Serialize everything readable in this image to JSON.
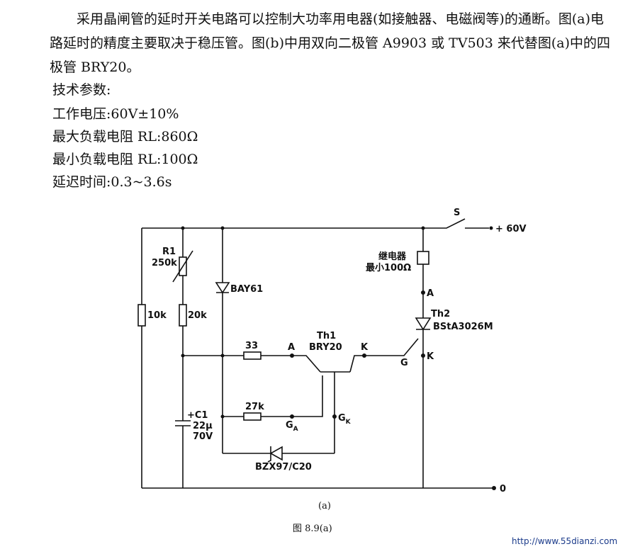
{
  "text": {
    "paragraph": "采用晶闸管的延时开关电路可以控制大功率用电器(如接触器、电磁阀等)的通断。图(a)电路延时的精度主要取决于稳压管。图(b)中用双向二极管 A9903 或 TV503 来代替图(a)中的四极管 BRY20。",
    "specs_title": "技术参数:",
    "spec1": "工作电压:60V±10%",
    "spec2": "最大负载电阻 RL:860Ω",
    "spec3": "最小负载电阻 RL:100Ω",
    "spec4": "延迟时间:0.3~3.6s"
  },
  "circuit": {
    "switch": "S",
    "supply": "+ 60V",
    "relay_name": "继电器",
    "relay_value": "最小100Ω",
    "r1_name": "R1",
    "r1_value": "250k",
    "r_10k": "10k",
    "r_20k": "20k",
    "diode_bay": "BAY61",
    "r_33": "33",
    "th1_name": "Th1",
    "th1_type": "BRY20",
    "pin_a1": "A",
    "pin_k1": "K",
    "pin_g": "G",
    "th2_name": "Th2",
    "th2_type": "BStA3026M",
    "pin_a2": "A",
    "pin_k2": "K",
    "r_27k": "27k",
    "pin_ga": "G",
    "pin_ga_sub": "A",
    "pin_gk": "G",
    "pin_gk_sub": "K",
    "c1_name": "+C1",
    "c1_value": "22μ",
    "c1_voltage": "70V",
    "zener": "BZX97/C20",
    "zero": "0",
    "sub_caption": "(a)",
    "fig_caption": "图 8.9(a)"
  },
  "watermark": "http://www.55dianzi.com"
}
